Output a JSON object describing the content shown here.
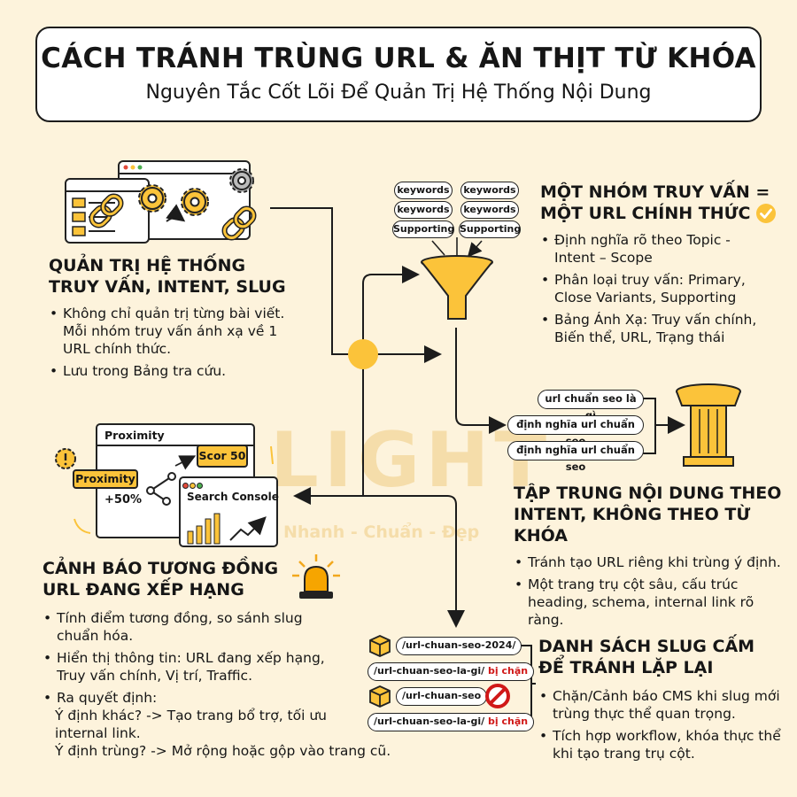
{
  "header": {
    "title": "CÁCH TRÁNH TRÙNG URL & ĂN THỊT TỪ KHÓA",
    "subtitle": "Nguyên Tắc Cốt Lõi Để Quản Trị Hệ Thống Nội Dung"
  },
  "watermark": {
    "logo": "LIGHT",
    "tagline": "Nhanh - Chuẩn - Đẹp"
  },
  "colors": {
    "accent": "#fbc33a",
    "background": "#fdf3dc",
    "text": "#161616",
    "danger": "#d01818"
  },
  "sections": {
    "query_system": {
      "title_line1": "QUẢN TRỊ HỆ THỐNG",
      "title_line2": "TRUY VẤN, INTENT, SLUG",
      "bullets": [
        "Không chỉ quản trị từng bài viết. Mỗi nhóm truy vấn ánh xạ về 1 URL chính thức.",
        "Lưu trong Bảng tra cứu."
      ]
    },
    "one_url": {
      "title_line1": "MỘT NHÓM TRUY VẤN =",
      "title_line2": "MỘT URL CHÍNH THỨC",
      "icon": "check-badge-icon",
      "bullets": [
        "Định nghĩa rõ theo Topic - Intent – Scope",
        "Phân loại truy vấn: Primary, Close Variants, Supporting",
        "Bảng Ánh Xạ: Truy vấn chính, Biến thể, URL, Trạng thái"
      ]
    },
    "intent_focus": {
      "title_line1": "TẬP TRUNG NỘI DUNG THEO",
      "title_line2": "INTENT, KHÔNG THEO TỪ KHÓA",
      "bullets": [
        "Tránh tạo URL riêng khi trùng ý định.",
        "Một trang trụ cột sâu, cấu trúc heading, schema, internal link rõ ràng."
      ]
    },
    "similarity_alert": {
      "title_line1": "CẢNH BÁO TƯƠNG ĐỒNG",
      "title_line2": "URL ĐANG XẾP HẠNG",
      "icon": "siren-icon",
      "bullets": [
        "Tính điểm tương đồng, so sánh slug chuẩn hóa.",
        "Hiển thị thông tin: URL đang xếp hạng, Truy vấn chính, Vị trí, Traffic.",
        "Ra quyết định:"
      ],
      "decision_line1": "Ý định khác? -> Tạo trang bổ trợ, tối ưu",
      "decision_line2": "internal link.",
      "decision_line3": "Ý định trùng? -> Mở rộng hoặc gộp vào trang cũ."
    },
    "slug_blacklist": {
      "title_line1": "DANH SÁCH SLUG CẤM",
      "title_line2": "ĐỂ TRÁNH LẶP LẠI",
      "bullets": [
        "Chặn/Cảnh báo CMS khi slug mới trùng thực thể quan trọng.",
        "Tích hợp workflow, khóa thực thể khi tạo trang trụ cột."
      ]
    }
  },
  "funnel_pills": [
    "keywords",
    "keywords",
    "keywords",
    "keywords",
    "Supporting",
    "Supporting"
  ],
  "pillar_pills": [
    "url chuẩn seo là gì",
    "định nghĩa url chuẩn seo",
    "định nghĩa url chuẩn seo"
  ],
  "slugs": [
    {
      "text": "/url-chuan-seo-2024/"
    },
    {
      "text": "/url-chuan-seo-la-gi/",
      "status": "bị chặn"
    },
    {
      "text": "/url-chuan-seo"
    },
    {
      "text": "/url-chuan-seo-la-gi/",
      "status": "bị chặn"
    }
  ],
  "illustration_similarity": {
    "window_label": "Proximity",
    "tag_label": "Proximity",
    "percent": "+50%",
    "score": "Scor 50",
    "console_label": "Search Console"
  }
}
